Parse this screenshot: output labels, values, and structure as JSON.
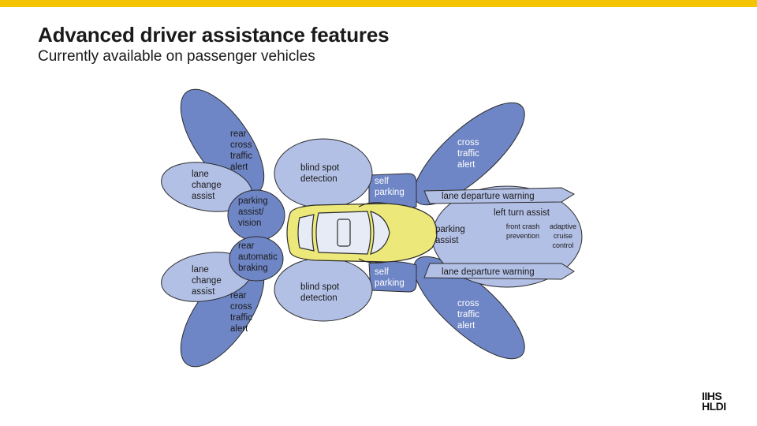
{
  "header": {
    "title": "Advanced driver assistance features",
    "subtitle": "Currently available on passenger vehicles"
  },
  "colors": {
    "accent_bar": "#f5c400",
    "petal_dark": "#6f86c6",
    "petal_light": "#b3c0e6",
    "outline": "#2b2b2b",
    "car_body": "#ece87a",
    "car_glass": "#e6ebf5"
  },
  "labels": {
    "lane_change_assist_top": "lane change assist",
    "lane_change_assist_bottom": "lane change assist",
    "rear_cross_traffic_alert_top": "rear cross traffic alert",
    "rear_cross_traffic_alert_bottom": "rear cross traffic alert",
    "parking_assist_vision": "parking assist/ vision",
    "rear_automatic_braking": "rear automatic braking",
    "blind_spot_detection_top": "blind spot detection",
    "blind_spot_detection_bottom": "blind spot detection",
    "self_parking_top": "self parking",
    "self_parking_bottom": "self parking",
    "cross_traffic_alert_top": "cross traffic alert",
    "cross_traffic_alert_bottom": "cross traffic alert",
    "lane_departure_warning_top": "lane departure warning",
    "lane_departure_warning_bottom": "lane departure warning",
    "left_turn_assist": "left turn assist",
    "parking_assist_front": "parking assist",
    "front_crash_prevention": "front crash prevention",
    "adaptive_cruise_control": "adaptive cruise control"
  },
  "logo": {
    "line1": "IIHS",
    "line2": "HLDI"
  }
}
